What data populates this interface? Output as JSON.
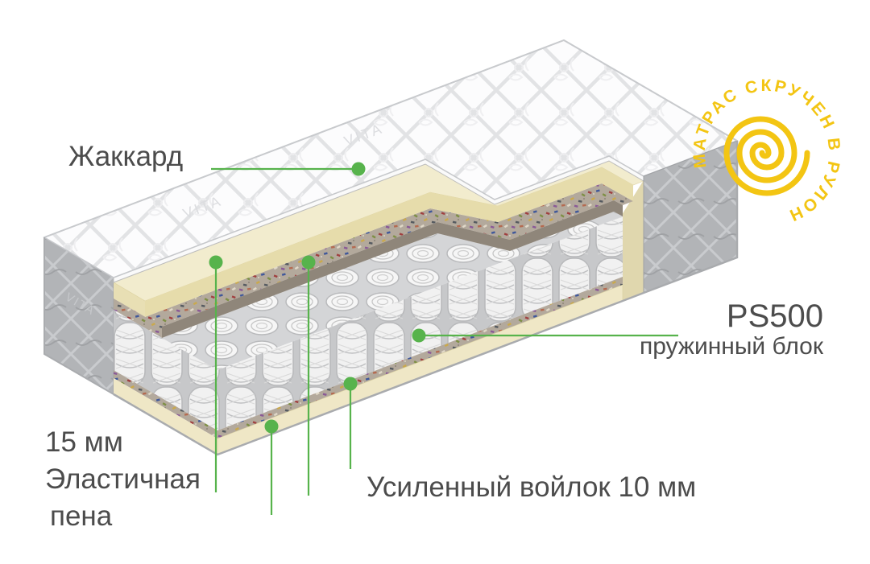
{
  "illustration": {
    "fabric_brand": "VITA",
    "layers": {
      "cover": "Жаккард",
      "spring_model": "PS500",
      "spring_name": "пружинный блок",
      "foam_size": "15 мм",
      "foam_line1": "Эластичная",
      "foam_line2": "пена",
      "felt": "Усиленный войлок 10 мм"
    }
  },
  "badge": {
    "text": "МАТРАС СКРУЧЕН В РУЛОН"
  },
  "colors": {
    "callout_green": "#57b34c",
    "badge_yellow": "#f3c513",
    "label_text": "#4c4c4c",
    "foam_cream": "#f2ecce",
    "side_gray": "#b2b4b7"
  }
}
